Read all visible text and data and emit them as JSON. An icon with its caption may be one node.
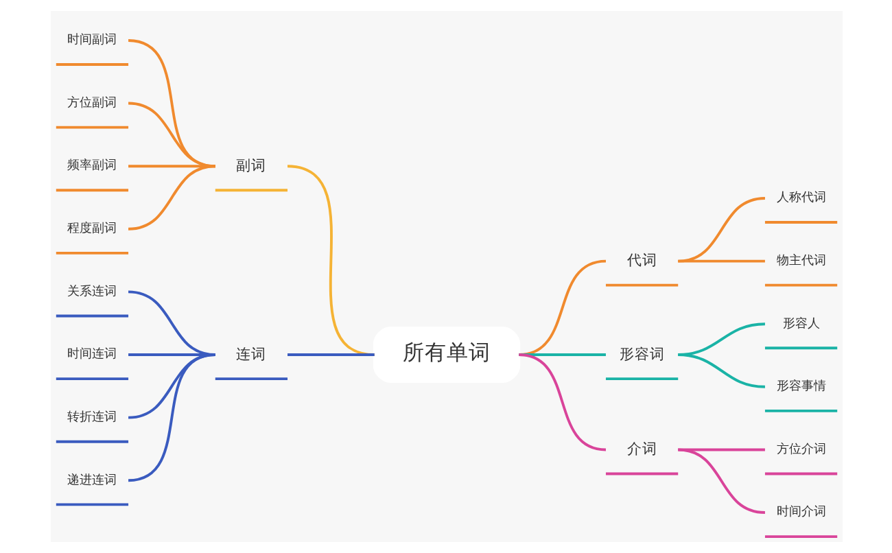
{
  "diagram": {
    "nodes": [
      {
        "text": [
          "所有单词"
        ]
      },
      {
        "text": [
          "副词"
        ]
      },
      {
        "text": [
          "时间副词"
        ]
      },
      {
        "text": [
          "方位副词"
        ]
      },
      {
        "text": [
          "频率副词"
        ]
      },
      {
        "text": [
          "程度副词"
        ]
      },
      {
        "text": [
          "连词"
        ]
      },
      {
        "text": [
          "关系连词"
        ]
      },
      {
        "text": [
          "时间连词"
        ]
      },
      {
        "text": [
          "转折连词"
        ]
      },
      {
        "text": [
          "递进连词"
        ]
      },
      {
        "text": [
          "代词"
        ]
      },
      {
        "text": [
          "人称代词"
        ]
      },
      {
        "text": [
          "物主代词"
        ]
      },
      {
        "text": [
          "形容词"
        ]
      },
      {
        "text": [
          "形容人"
        ]
      },
      {
        "text": [
          "形容事情"
        ]
      },
      {
        "text": [
          "介词"
        ]
      },
      {
        "text": [
          "方位介词"
        ]
      },
      {
        "text": [
          "时间介词"
        ]
      }
    ],
    "edges": [
      {
        "from": 0,
        "to": 1,
        "arrow": "none",
        "color": "#f5b335"
      },
      {
        "from": 1,
        "to": 2,
        "arrow": "none"
      },
      {
        "from": 1,
        "to": 3,
        "arrow": "none"
      },
      {
        "from": 1,
        "to": 4,
        "arrow": "none"
      },
      {
        "from": 1,
        "to": 5,
        "arrow": "none"
      },
      {
        "from": 0,
        "to": 6,
        "arrow": "none",
        "color": "#3a5bbf"
      },
      {
        "from": 6,
        "to": 7,
        "arrow": "none",
        "color": "#3a5bbf"
      },
      {
        "from": 6,
        "to": 8,
        "arrow": "none",
        "color": "#3a5bbf"
      },
      {
        "from": 6,
        "to": 9,
        "arrow": "none",
        "color": "#3a5bbf"
      },
      {
        "from": 6,
        "to": 10,
        "arrow": "none",
        "color": "#3a5bbf"
      },
      {
        "from": 0,
        "to": 11,
        "arrow": "none"
      },
      {
        "from": 11,
        "to": 12,
        "arrow": "none"
      },
      {
        "from": 11,
        "to": 13,
        "arrow": "none"
      },
      {
        "from": 0,
        "to": 14,
        "arrow": "none",
        "color": "#1ab3a6"
      },
      {
        "from": 14,
        "to": 15,
        "arrow": "none",
        "color": "#1ab3a6"
      },
      {
        "from": 14,
        "to": 16,
        "arrow": "none",
        "color": "#1ab3a6"
      },
      {
        "from": 0,
        "to": 17,
        "arrow": "none",
        "color": "#d9449a"
      },
      {
        "from": 17,
        "to": 18,
        "arrow": "none",
        "color": "#d9449a"
      },
      {
        "from": 17,
        "to": 19,
        "arrow": "none",
        "color": "#d9449a"
      }
    ]
  }
}
